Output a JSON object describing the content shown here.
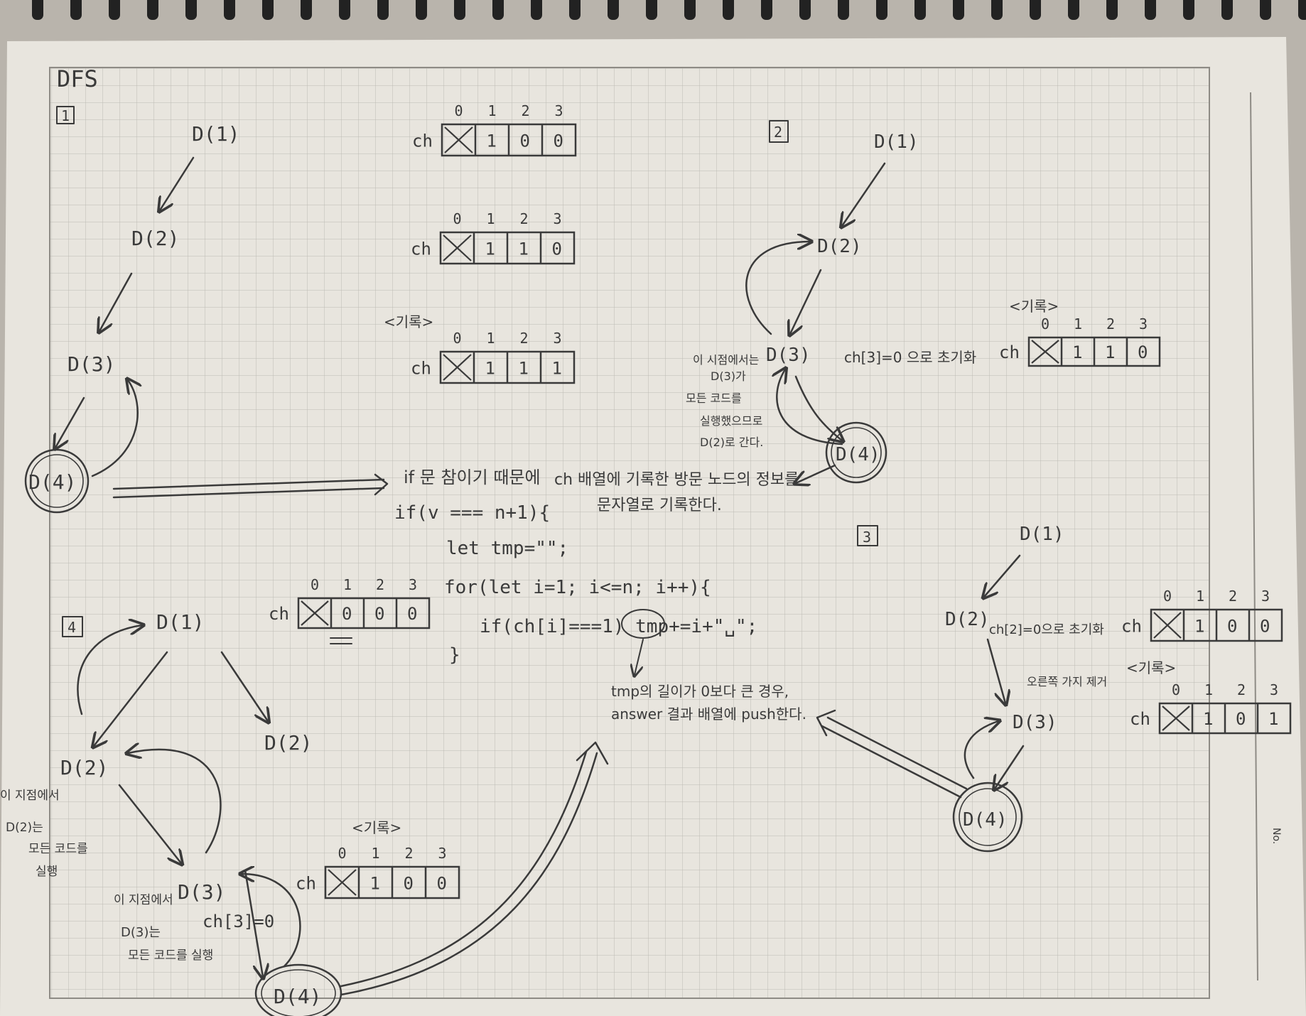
{
  "title": "DFS",
  "panels": {
    "p1": {
      "number": "1",
      "nodes": [
        "D(1)",
        "D(2)",
        "D(3)",
        "D(4)"
      ],
      "arrays": [
        {
          "label": "ch",
          "indices": [
            "0",
            "1",
            "2",
            "3"
          ],
          "cells": [
            "",
            "1",
            "0",
            "0"
          ]
        },
        {
          "label": "ch",
          "indices": [
            "0",
            "1",
            "2",
            "3"
          ],
          "cells": [
            "",
            "1",
            "1",
            "0"
          ]
        },
        {
          "label": "ch",
          "tag": "<기록>",
          "indices": [
            "0",
            "1",
            "2",
            "3"
          ],
          "cells": [
            "",
            "1",
            "1",
            "1"
          ]
        }
      ]
    },
    "p2": {
      "number": "2",
      "nodes": [
        "D(1)",
        "D(2)",
        "D(3)",
        "D(4)"
      ],
      "note_left": [
        "이 시점에서는",
        "D(3)가",
        "모든 코드를",
        "실행했으므로",
        "D(2)로 간다."
      ],
      "note_right": "ch[3]=0 으로 초기화",
      "array": {
        "label": "ch",
        "tag": "<기록>",
        "indices": [
          "0",
          "1",
          "2",
          "3"
        ],
        "cells": [
          "",
          "1",
          "1",
          "0"
        ]
      }
    },
    "p3": {
      "number": "3",
      "nodes": [
        "D(1)",
        "D(2)",
        "D(3)",
        "D(4)"
      ],
      "note_d2": "ch[2]=0으로 초기화",
      "note_arrow": "오른쪽 가지 제거",
      "arrays": [
        {
          "label": "ch",
          "indices": [
            "0",
            "1",
            "2",
            "3"
          ],
          "cells": [
            "",
            "1",
            "0",
            "0"
          ]
        },
        {
          "label": "ch",
          "tag": "<기록>",
          "indices": [
            "0",
            "1",
            "2",
            "3"
          ],
          "cells": [
            "",
            "1",
            "0",
            "1"
          ]
        }
      ]
    },
    "p4": {
      "number": "4",
      "nodes": [
        "D(1)",
        "D(2)",
        "D(2)",
        "D(3)",
        "D(4)"
      ],
      "note_d2": [
        "이 지점에서",
        "D(2)는",
        "모든 코드를",
        "실행"
      ],
      "note_d3_prefix": "이 지점에서",
      "note_d3": [
        "D(3)는",
        "모든 코드를 실행"
      ],
      "note_ch3": "ch[3]=0",
      "arrays": [
        {
          "label": "ch",
          "indices": [
            "0",
            "1",
            "2",
            "3"
          ],
          "cells": [
            "",
            "0",
            "0",
            "0"
          ]
        },
        {
          "label": "ch",
          "tag": "<기록>",
          "indices": [
            "0",
            "1",
            "2",
            "3"
          ],
          "cells": [
            "",
            "1",
            "0",
            "0"
          ]
        }
      ]
    }
  },
  "center": {
    "heading": [
      "if 문 참이기 때문에",
      "ch 배열에 기록한 방문 노드의 정보를",
      "문자열로 기록한다."
    ],
    "code": [
      "if(v === n+1){",
      "let tmp=\"\";",
      "for(let i=1; i<=n; i++){",
      "if(ch[i]===1) tmp+=i+\"␣\";",
      "}"
    ],
    "note": [
      "tmp의 길이가 0보다 큰 경우,",
      "answer 결과 배열에 push한다."
    ]
  },
  "margin_label": "No."
}
